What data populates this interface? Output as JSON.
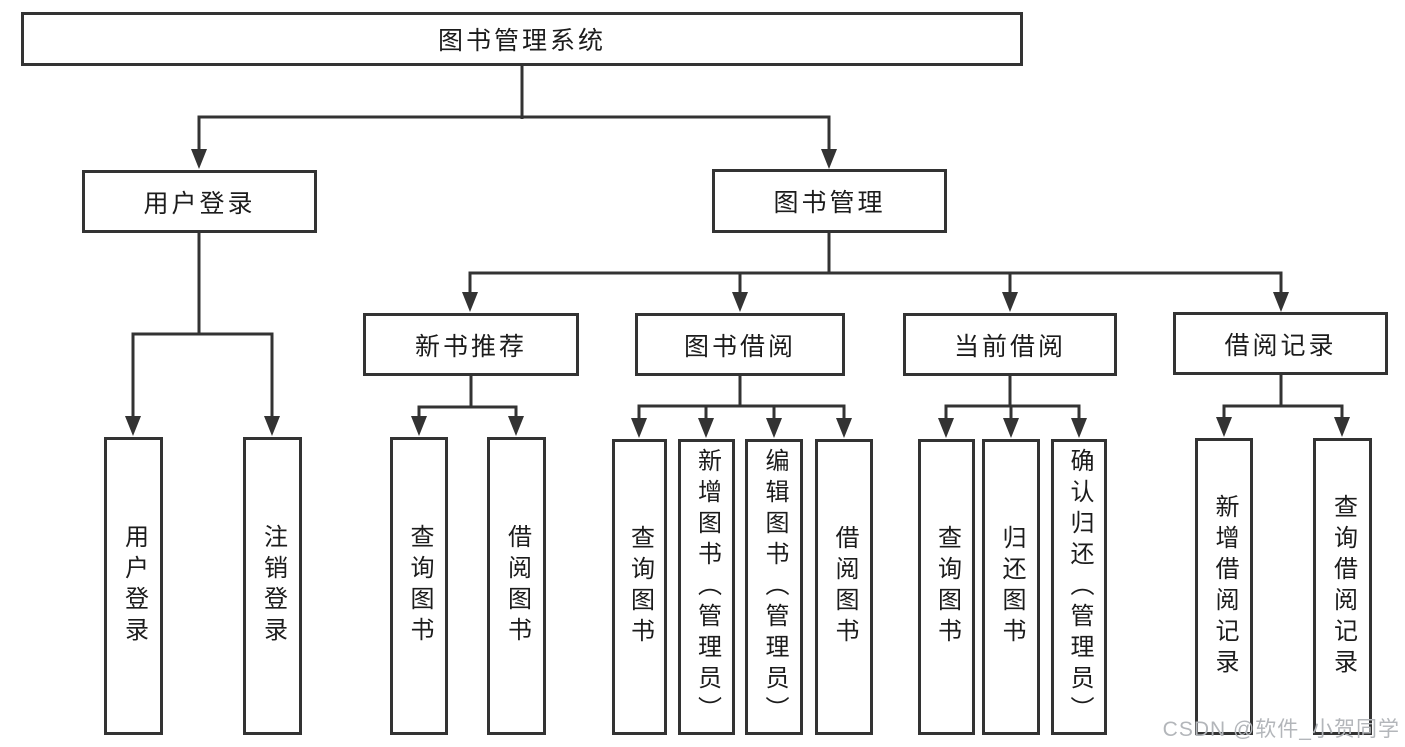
{
  "diagram": {
    "root": {
      "label": "图书管理系统",
      "children": [
        {
          "label": "用户登录",
          "children": [
            {
              "label": "用户登录"
            },
            {
              "label": "注销登录"
            }
          ]
        },
        {
          "label": "图书管理",
          "children": [
            {
              "label": "新书推荐",
              "children": [
                {
                  "label": "查询图书"
                },
                {
                  "label": "借阅图书"
                }
              ]
            },
            {
              "label": "图书借阅",
              "children": [
                {
                  "label": "查询图书"
                },
                {
                  "label": "新增图书（管理员）"
                },
                {
                  "label": "编辑图书（管理员）"
                },
                {
                  "label": "借阅图书"
                }
              ]
            },
            {
              "label": "当前借阅",
              "children": [
                {
                  "label": "查询图书"
                },
                {
                  "label": "归还图书"
                },
                {
                  "label": "确认归还（管理员）"
                }
              ]
            },
            {
              "label": "借阅记录",
              "children": [
                {
                  "label": "新增借阅记录"
                },
                {
                  "label": "查询借阅记录"
                }
              ]
            }
          ]
        }
      ]
    }
  },
  "watermark": {
    "text": "CSDN @软件_小贺同学"
  },
  "colors": {
    "line": "#333333",
    "text": "#1c1c1c",
    "background": "#ffffff",
    "watermark": "#b3b6ba"
  }
}
